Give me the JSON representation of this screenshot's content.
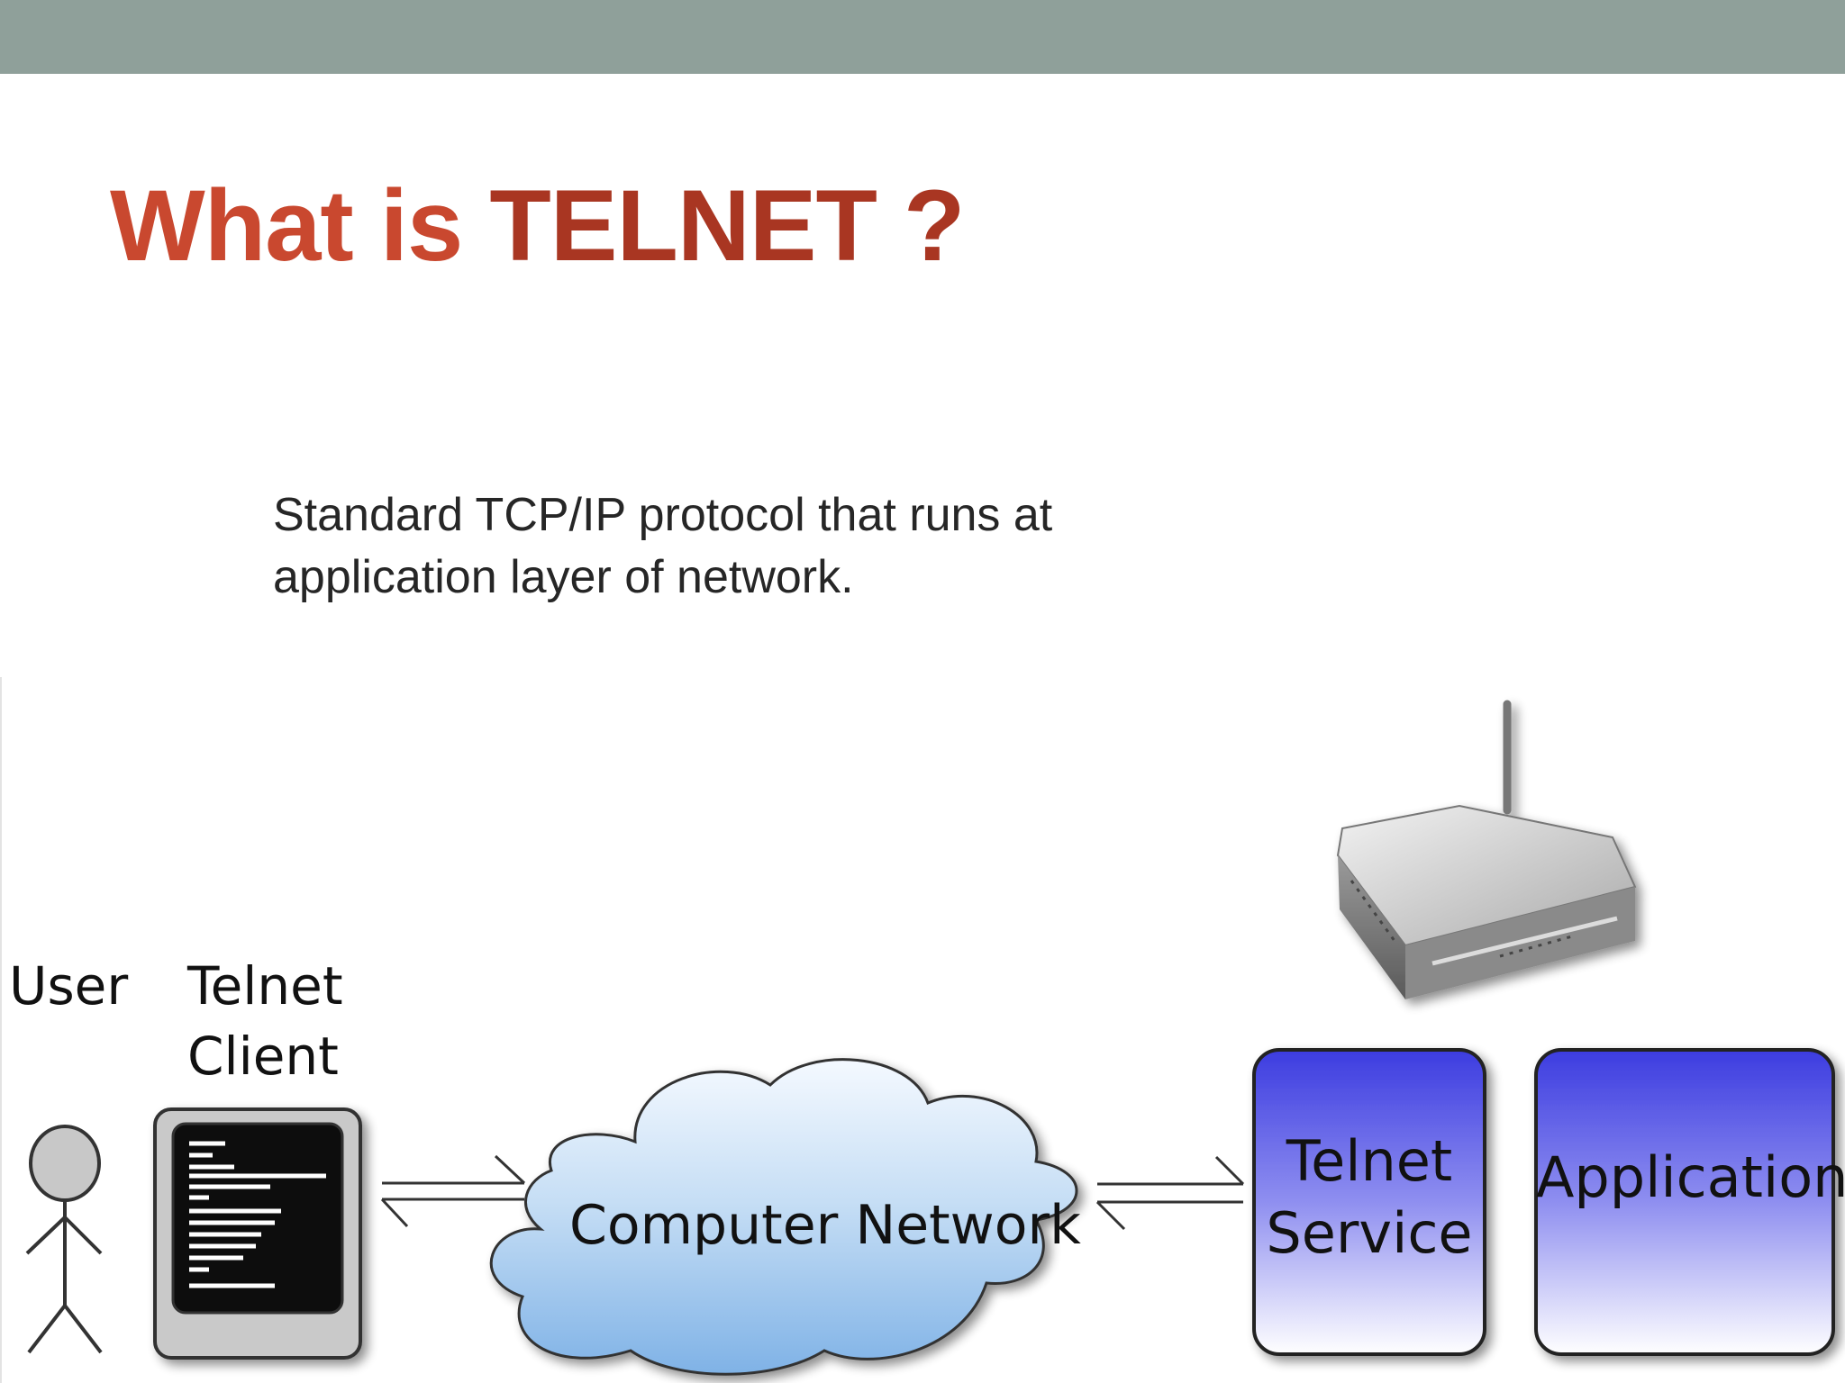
{
  "slide": {
    "title_plain": "What is ",
    "title_accent": "TELNET ?",
    "body_line1": "Standard TCP/IP protocol that runs at",
    "body_line2": "application layer of network."
  },
  "diagram": {
    "user_label": "User",
    "client_label_line1": "Telnet",
    "client_label_line2": "Client",
    "network_label": "Computer Network",
    "service_label_line1": "Telnet",
    "service_label_line2": "Service",
    "application_label": "Application"
  },
  "colors": {
    "top_bar": "#8fa09a",
    "title": "#c9482f",
    "title_accent": "#a93622",
    "body_text": "#262626",
    "box_blue": "#4a4ae6",
    "cloud_blue": "#a9d0f2"
  }
}
